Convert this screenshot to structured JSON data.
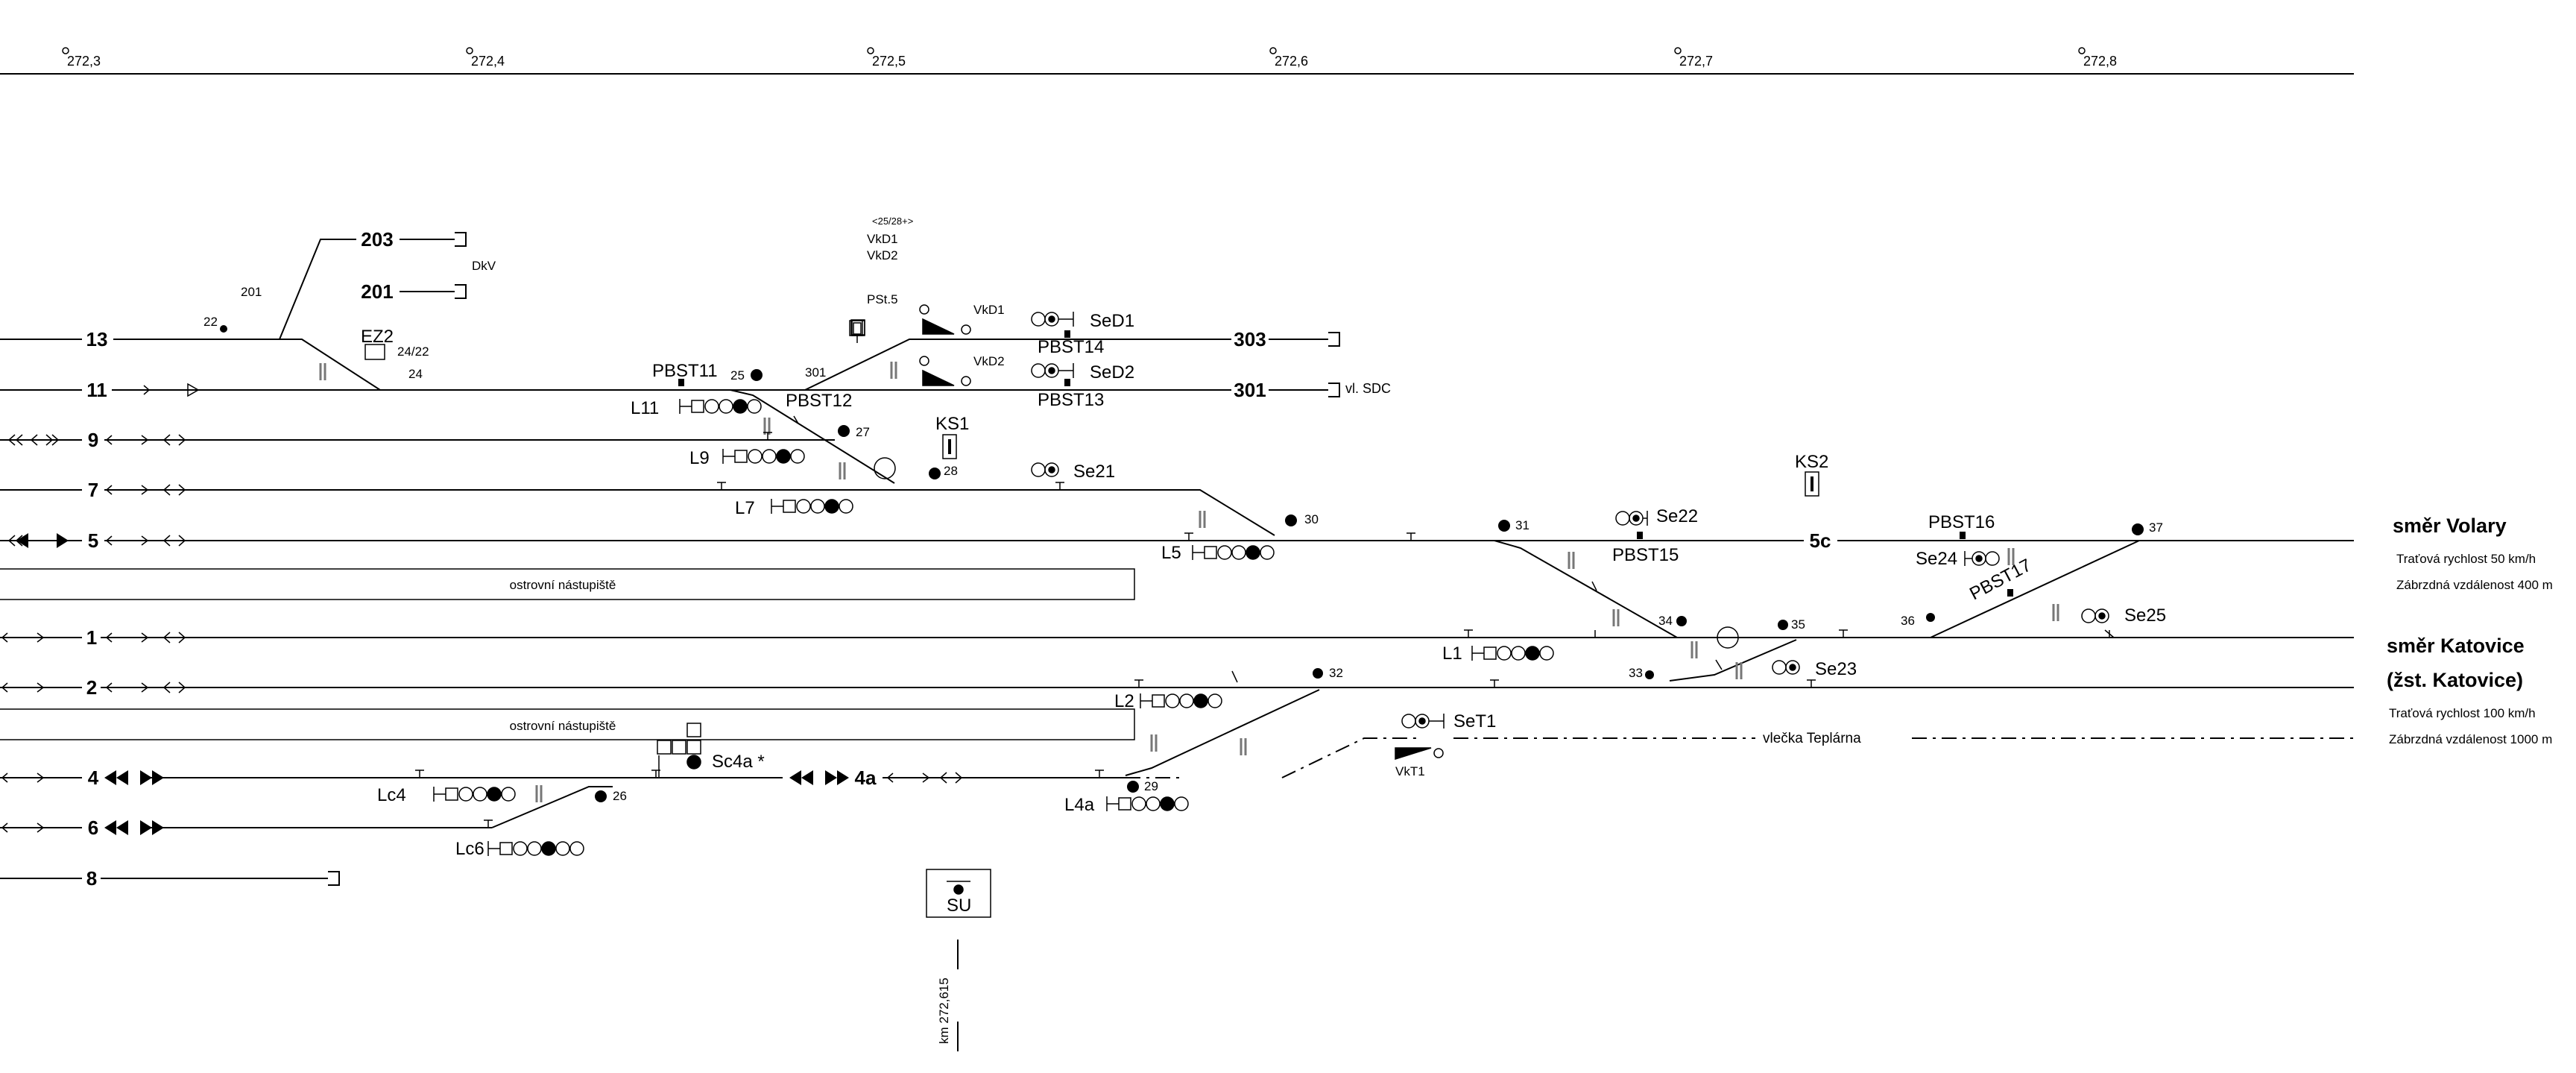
{
  "km_ticks": [
    "272,3",
    "272,4",
    "272,5",
    "272,6",
    "272,7",
    "272,8"
  ],
  "tracks": {
    "t203": "203",
    "t201": "201",
    "t13": "13",
    "t11": "11",
    "t9": "9",
    "t7": "7",
    "t5": "5",
    "t1": "1",
    "t2": "2",
    "t4": "4",
    "t4a": "4a",
    "t6": "6",
    "t8": "8",
    "t303": "303",
    "t301": "301",
    "t5c": "5c"
  },
  "labels": {
    "dkv": "DkV",
    "vl_sdc": "vl. SDC",
    "sw201": "201",
    "sw22": "22",
    "ez2": "EZ2",
    "sw2422": "24/22",
    "sw24": "24",
    "pbst11": "PBST11",
    "sw25": "25",
    "sw301": "301",
    "code2528": "<25/28+>",
    "vkd1_top": "VkD1",
    "vkd2_top": "VkD2",
    "pst5": "PSt.5",
    "vkd1": "VkD1",
    "vkd2": "VkD2",
    "sed1": "SeD1",
    "sed2": "SeD2",
    "pbst14": "PBST14",
    "pbst13": "PBST13",
    "pbst12": "PBST12",
    "sw27": "27",
    "ks1": "KS1",
    "sw28": "28",
    "se21": "Se21",
    "l11": "L11",
    "l9": "L9",
    "l7": "L7",
    "sw30": "30",
    "l5": "L5",
    "sw31": "31",
    "se22": "Se22",
    "pbst15": "PBST15",
    "ks2": "KS2",
    "pbst16": "PBST16",
    "se24": "Se24",
    "pbst17": "PBST17",
    "sw37": "37",
    "sw34": "34",
    "sw35": "35",
    "sw36": "36",
    "se25": "Se25",
    "l1": "L1",
    "sw33": "33",
    "se23": "Se23",
    "l2": "L2",
    "sw32": "32",
    "set1": "SeT1",
    "vkt1": "VkT1",
    "vlecka": "vlečka Teplárna",
    "sc4a": "Sc4a *",
    "lc4": "Lc4",
    "sw26": "26",
    "lc6": "Lc6",
    "l4a": "L4a",
    "sw29": "29",
    "su": "SU",
    "km_su": "km 272,615"
  },
  "platforms": [
    "ostrovní nástupiště",
    "ostrovní nástupiště"
  ],
  "directions": {
    "volary": {
      "title": "směr Volary",
      "speed": "Traťová rychlost  50 km/h",
      "braking": "Zábrzdná vzdálenost 400 m"
    },
    "katovice": {
      "title": "směr Katovice",
      "subtitle": "(žst. Katovice)",
      "speed": "Traťová rychlost  100 km/h",
      "braking": "Zábrzdná vzdálenost  1000 m"
    }
  }
}
